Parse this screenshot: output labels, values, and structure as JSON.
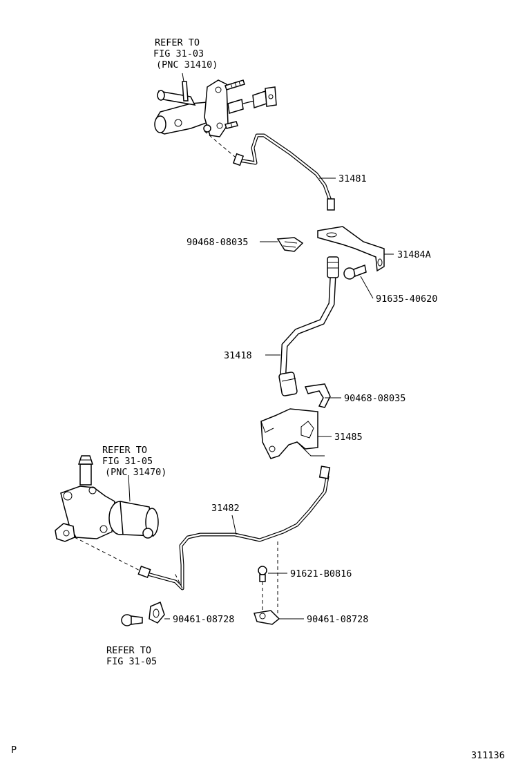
{
  "diagram": {
    "figure_number": "311136",
    "corner_mark": "P",
    "refs": {
      "master_cylinder": [
        "REFER TO",
        "FIG 31-03",
        "(PNC 31410)"
      ],
      "release_cylinder": [
        "REFER TO",
        "FIG 31-05",
        "(PNC 31470)"
      ],
      "bolt_ref": [
        "REFER TO",
        "FIG 31-05"
      ]
    },
    "parts": {
      "tube_upper": "31481",
      "clip_upper": "90468-08035",
      "bracket_upper": "31484A",
      "bolt_upper": "91635-40620",
      "flex_hose": "31418",
      "clip_lower": "90468-08035",
      "bracket_lower": "31485",
      "tube_lower": "31482",
      "bolt_lower": "91621-B0816",
      "clamp_left": "90461-08728",
      "clamp_right": "90461-08728"
    }
  }
}
